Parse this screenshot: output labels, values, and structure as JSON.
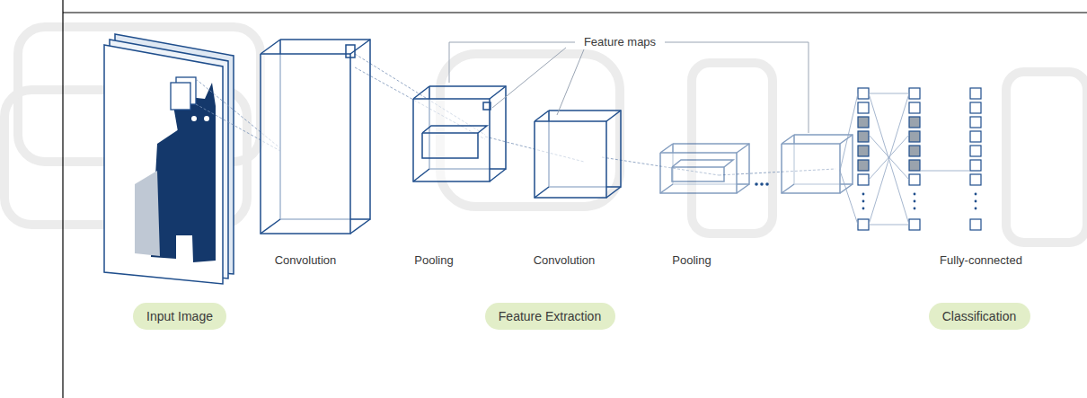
{
  "diagram": {
    "nodes": [
      {
        "text": [
          "Input Image"
        ]
      },
      {
        "text": [
          "Feature Extraction"
        ]
      },
      {
        "text": [
          "Classification"
        ]
      }
    ],
    "labels": [
      "Feature maps",
      "Convolution",
      "Pooling",
      "Convolution",
      "Pooling",
      "Fully-connected"
    ]
  }
}
